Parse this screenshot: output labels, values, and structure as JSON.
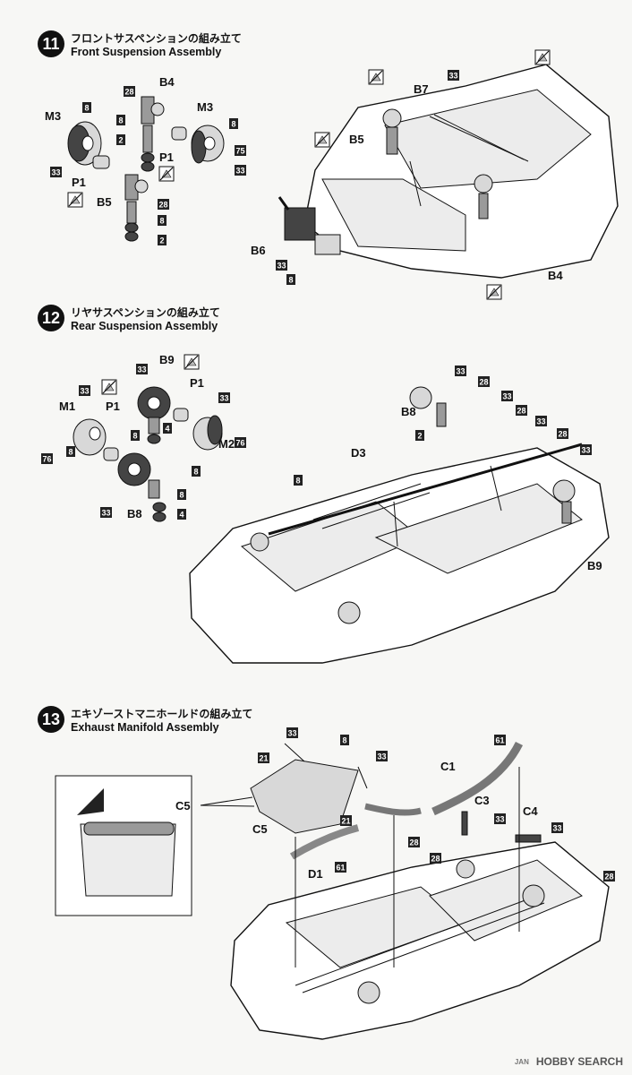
{
  "steps": [
    {
      "number": "11",
      "title_jp": "フロントサスペンションの組み立て",
      "title_en": "Front Suspension Assembly"
    },
    {
      "number": "12",
      "title_jp": "リヤサスペンションの組み立て",
      "title_en": "Rear Suspension Assembly"
    },
    {
      "number": "13",
      "title_jp": "エキゾーストマニホールドの組み立て",
      "title_en": "Exhaust Manifold Assembly"
    }
  ],
  "labels": {
    "s11": {
      "b4a": "B4",
      "m3a": "M3",
      "m3b": "M3",
      "p1a": "P1",
      "p1b": "P1",
      "b5a": "B5",
      "b7": "B7",
      "b5b": "B5",
      "b6": "B6",
      "b4b": "B4",
      "n28a": "28",
      "n8a": "8",
      "n2a": "2",
      "n8b": "8",
      "n8c": "8",
      "n75": "75",
      "n33a": "33",
      "n33b": "33",
      "n28b": "28",
      "n8d": "8",
      "n2b": "2",
      "n33c": "33",
      "n8e": "8",
      "n33d": "33"
    },
    "s12": {
      "b9a": "B9",
      "p1a": "P1",
      "p1b": "P1",
      "m1": "M1",
      "m2": "M2",
      "b8a": "B8",
      "b8b": "B8",
      "d3": "D3",
      "b9b": "B9",
      "n33a": "33",
      "n33b": "33",
      "n33c": "33",
      "n8a": "8",
      "n4a": "4",
      "n76a": "76",
      "n8b": "8",
      "n76b": "76",
      "n8c": "8",
      "n33d": "33",
      "n8d": "8",
      "n4b": "4",
      "n8e": "8",
      "n33e": "33",
      "n28a": "28",
      "n33f": "33",
      "n2": "2",
      "n28b": "28",
      "n33g": "33",
      "n28c": "28",
      "n33h": "33"
    },
    "s13": {
      "c5a": "C5",
      "c5b": "C5",
      "c1": "C1",
      "c3": "C3",
      "c4": "C4",
      "d1": "D1",
      "n33a": "33",
      "n8": "8",
      "n21a": "21",
      "n33b": "33",
      "n61a": "61",
      "n21b": "21",
      "n61b": "61",
      "n28a": "28",
      "n33c": "33",
      "n28b": "28",
      "n33d": "33",
      "n28c": "28"
    }
  },
  "footer": {
    "flag": "JAN",
    "logo": "HOBBY SEARCH"
  }
}
